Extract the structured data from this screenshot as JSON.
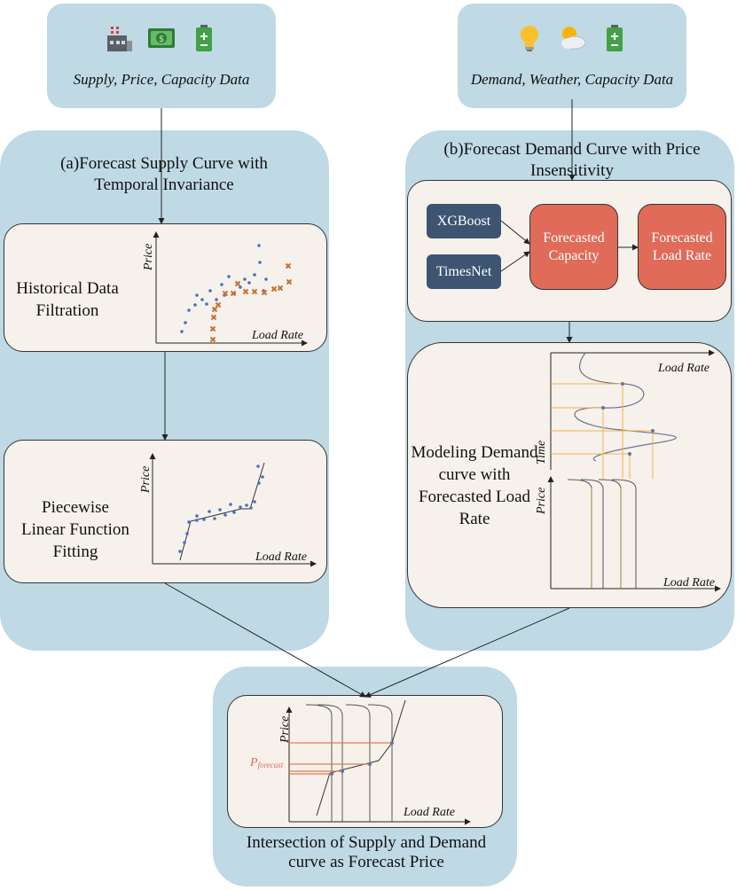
{
  "sources": {
    "supply": {
      "label": "Supply, Price, Capacity Data",
      "icons": [
        "factory-icon",
        "money-icon",
        "battery-icon"
      ]
    },
    "demand": {
      "label": "Demand, Weather, Capacity Data",
      "icons": [
        "lightbulb-icon",
        "sun-cloud-icon",
        "battery-icon"
      ]
    }
  },
  "panel_a": {
    "title": "(a)Forecast Supply Curve with Temporal Invariance",
    "step1": {
      "label": "Historical Data Filtration",
      "ylabel": "Price",
      "xlabel": "Load Rate"
    },
    "step2": {
      "label": "Piecewise Linear Function Fitting",
      "ylabel": "Price",
      "xlabel": "Load Rate"
    }
  },
  "panel_b": {
    "title": "(b)Forecast Demand Curve with Price Insensitivity",
    "models": [
      "XGBoost",
      "TimesNet"
    ],
    "capacity": "Forecasted Capacity",
    "load_rate": "Forecasted Load Rate",
    "modeling": {
      "label": "Modeling Demand curve with Forecasted Load Rate",
      "top_xlabel": "Load Rate",
      "top_ylabel": "Time",
      "bottom_xlabel": "Load Rate",
      "bottom_ylabel": "Price"
    }
  },
  "result": {
    "label": "Intersection of Supply and Demand curve as Forecast Price",
    "ylabel": "Price",
    "xlabel": "Load Rate",
    "p_symbol": "P",
    "p_sub": "forecast"
  },
  "colors": {
    "panel": "#bfd9e5",
    "inner": "#f6f1eb",
    "model": "#3d5573",
    "forecast": "#e06b58",
    "dots_blue": "#4a6fbf",
    "dots_orange": "#c8702f",
    "guide": "#f1b44c",
    "p_line": "#e57c4a"
  }
}
